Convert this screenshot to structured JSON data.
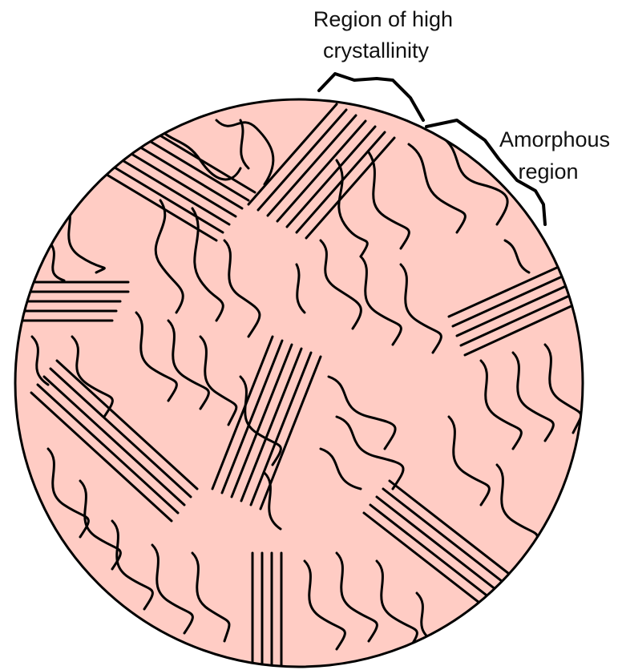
{
  "labels": {
    "crystalline_line1": "Region of high",
    "crystalline_line2": "crystallinity",
    "amorphous_line1": "Amorphous",
    "amorphous_line2": "region"
  },
  "colors": {
    "polymer_fill": "#FFCCC4",
    "outline": "#000000",
    "text": "#111111"
  }
}
